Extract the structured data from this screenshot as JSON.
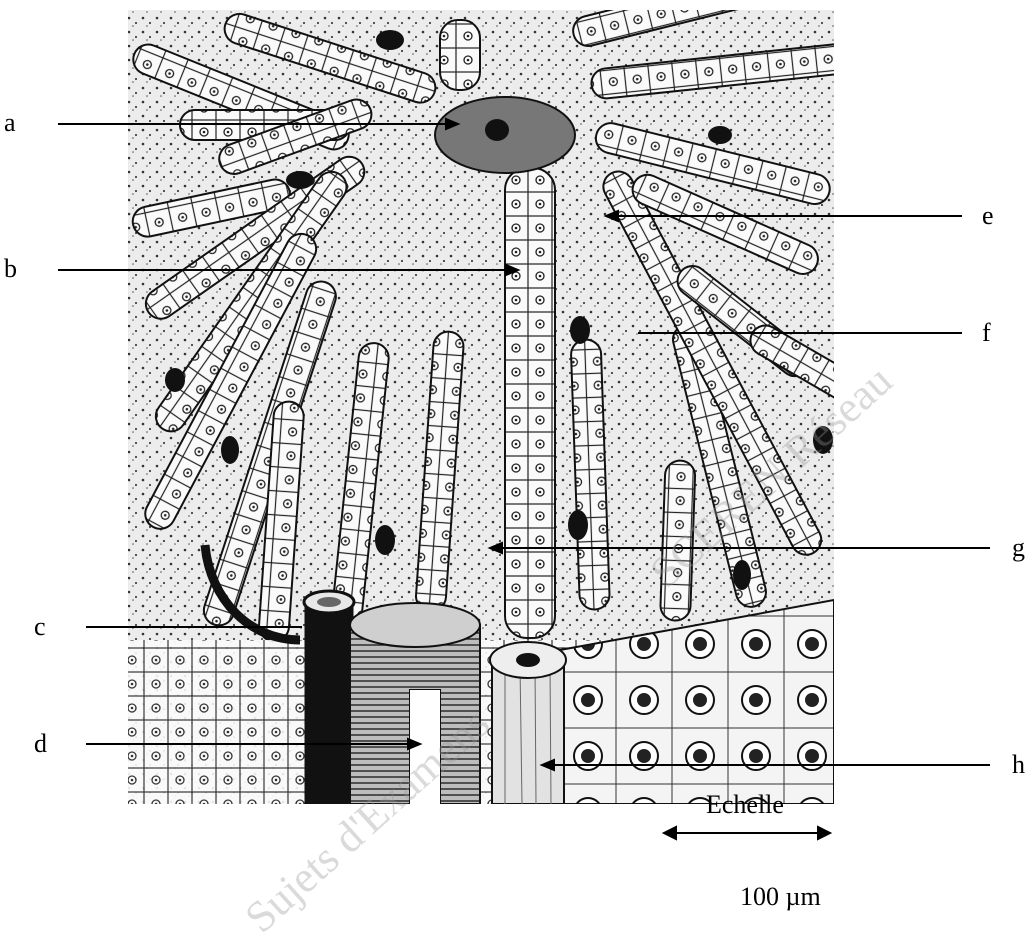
{
  "labels": [
    "a",
    "b",
    "c",
    "d",
    "e",
    "f",
    "g",
    "h"
  ],
  "scale": {
    "title": "Echelle",
    "value": "100 µm"
  },
  "watermark": {
    "lower": "Sujets d'Examens",
    "right": "SCEREN Réseau"
  },
  "colors": {
    "ink": "#111111",
    "paper": "#e9e9e9",
    "watermark": "#9a9a9a"
  }
}
